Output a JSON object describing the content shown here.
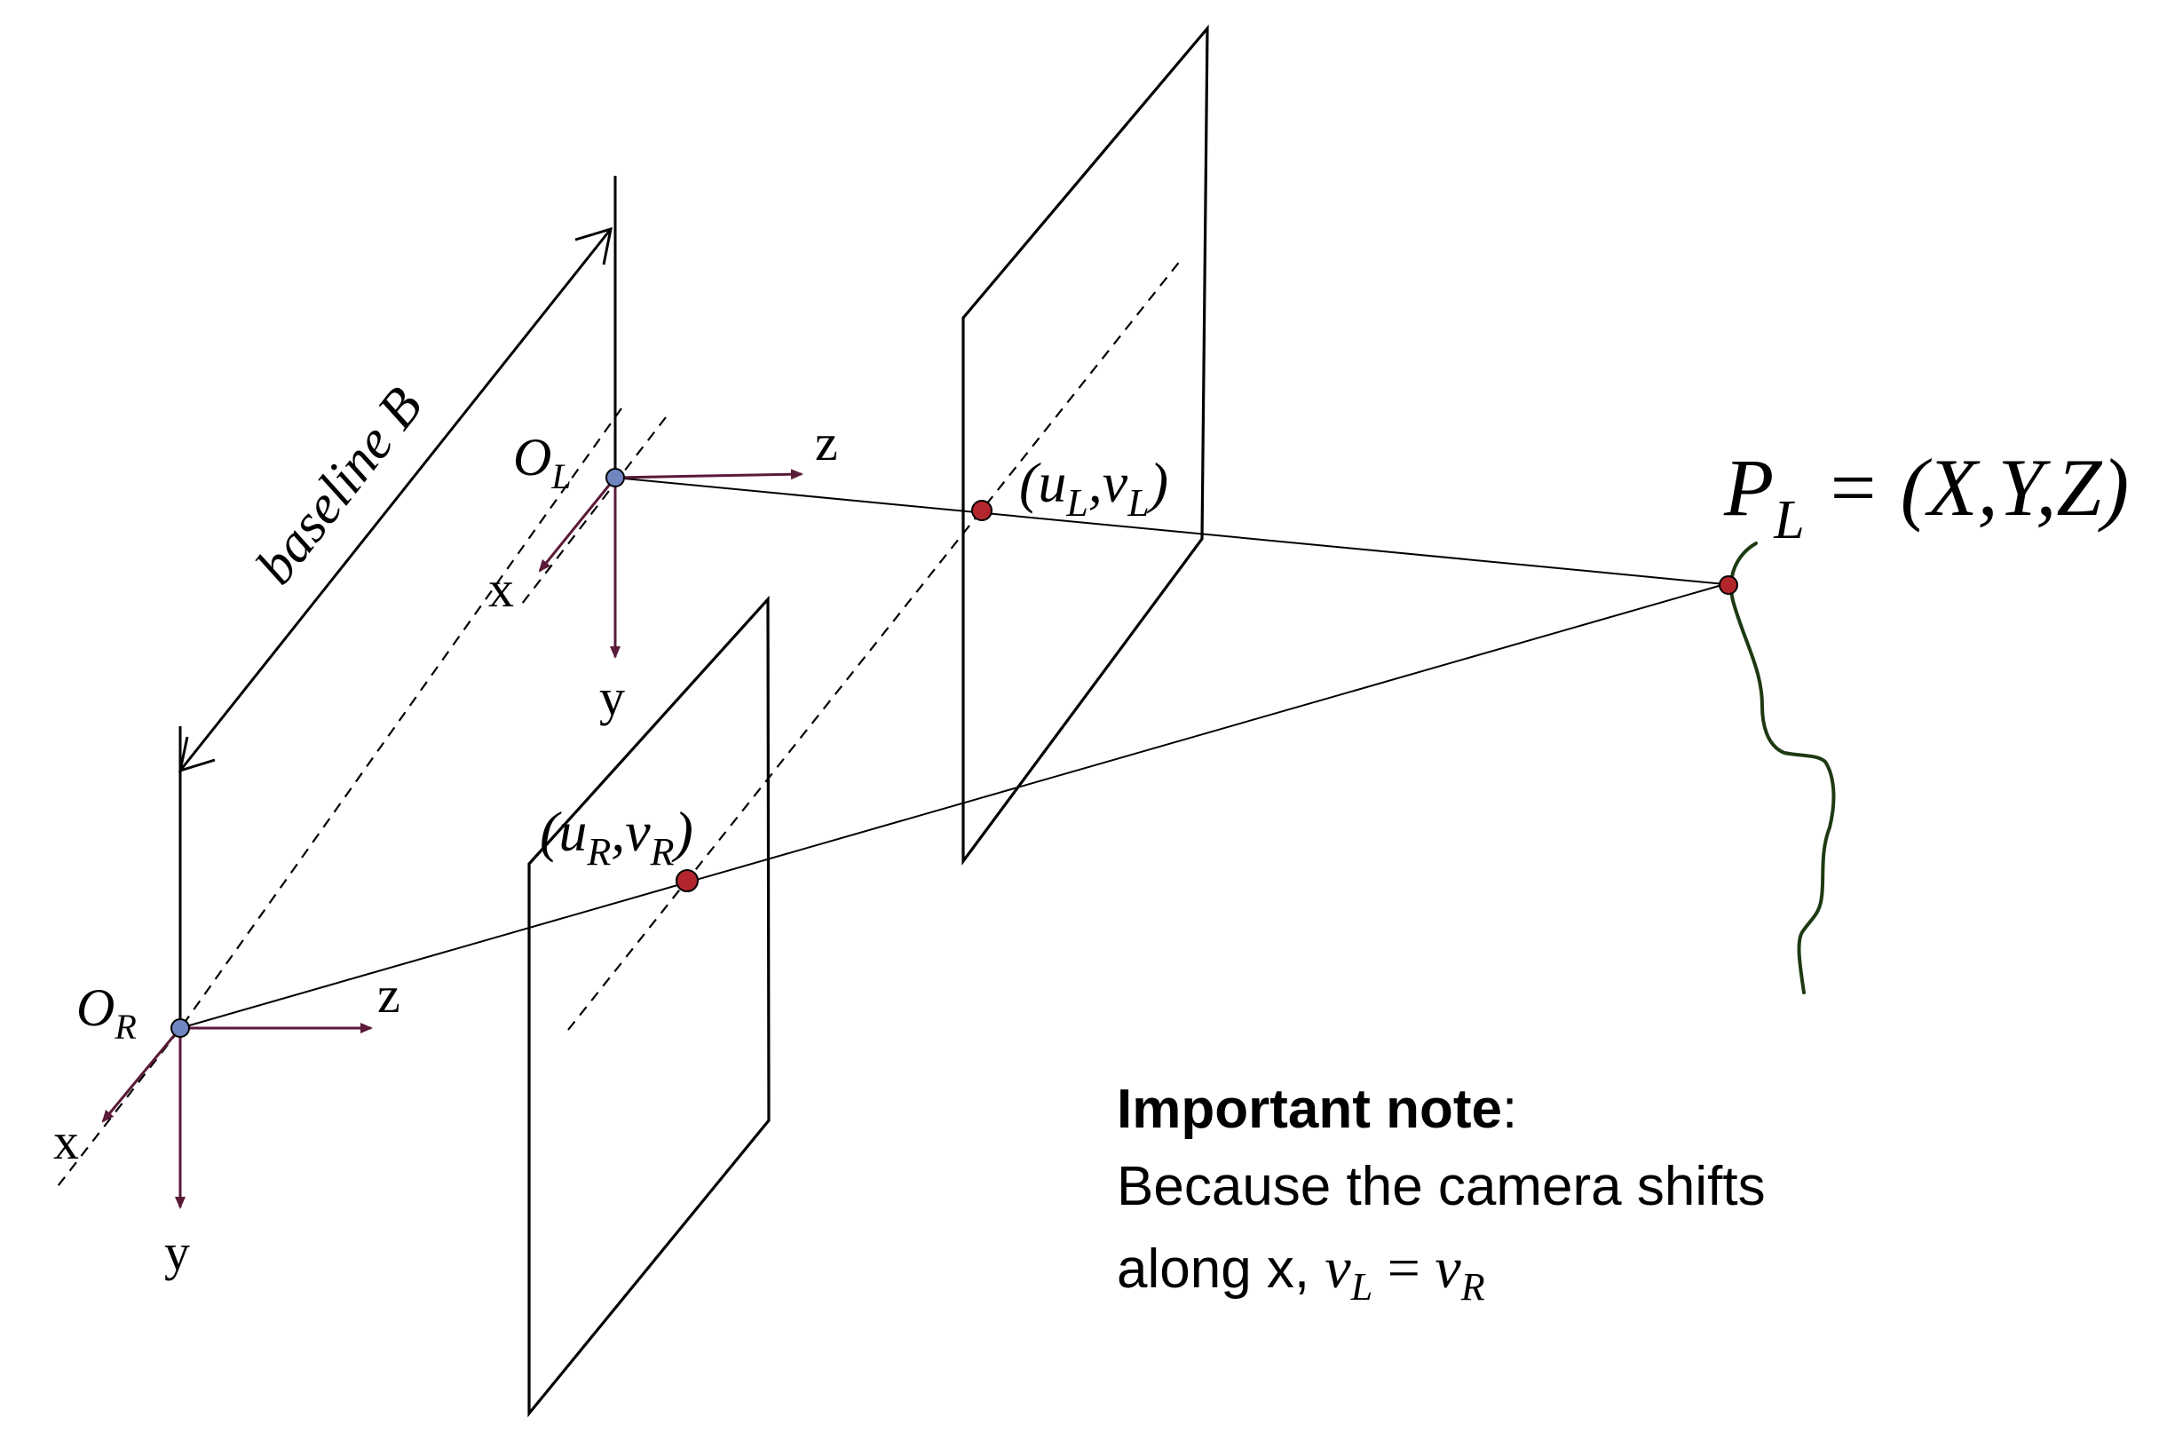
{
  "colors": {
    "line": "#000000",
    "axis_arrow": "#5a1a38",
    "camera_center_fill": "#6f86c1",
    "image_point_fill": "#b3262d",
    "world_curve": "#1d3a12",
    "background": "#ffffff"
  },
  "left_camera": {
    "center_label": "O",
    "center_subscript": "L",
    "axis_x_label": "x",
    "axis_y_label": "y",
    "axis_z_label": "z"
  },
  "right_camera": {
    "center_label": "O",
    "center_subscript": "R",
    "axis_x_label": "x",
    "axis_y_label": "y",
    "axis_z_label": "z"
  },
  "baseline": {
    "label": "baseline B"
  },
  "left_image_point": {
    "open": "(u",
    "sub1": "L",
    "mid": ",v",
    "sub2": "L",
    "close": ")"
  },
  "right_image_point": {
    "open": "(u",
    "sub1": "R",
    "mid": ",v",
    "sub2": "R",
    "close": ")"
  },
  "world_point": {
    "label": "P",
    "subscript": "L",
    "equation": " = (X,Y,Z)"
  },
  "note": {
    "title": "Important note",
    "title_suffix": ":",
    "line1": "Because the camera shifts",
    "line2_prefix": "along x, ",
    "eq_var1": "v",
    "eq_sub1": "L",
    "eq_sign": " = ",
    "eq_var2": "v",
    "eq_sub2": "R"
  }
}
